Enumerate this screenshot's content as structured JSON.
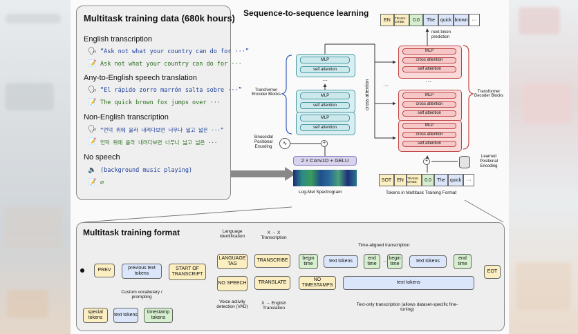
{
  "top_title": "Sequence-to-sequence learning",
  "training_data": {
    "title": "Multitask training data (680k hours)",
    "sections": [
      {
        "heading": "English transcription",
        "lines": [
          {
            "text": "“Ask not what your country can do for ···”",
            "color": "blue"
          },
          {
            "text": "Ask not what your country can do for ···",
            "color": "green"
          }
        ]
      },
      {
        "heading": "Any-to-English speech translation",
        "lines": [
          {
            "text": "“El rápido zorro marrón salta sobre ···”",
            "color": "blue"
          },
          {
            "text": "The quick brown fox jumps over ···",
            "color": "green"
          }
        ]
      },
      {
        "heading": "Non-English transcription",
        "lines": [
          {
            "text": "“언덕 위에 올라 내려다보면 너무나 넓고 넓은 ···”",
            "color": "blue"
          },
          {
            "text": "언덕 위에 올라 내려다보면 너무나 넓고 넓은 ···",
            "color": "green"
          }
        ]
      },
      {
        "heading": "No speech",
        "lines": [
          {
            "text": "(background music playing)",
            "color": "blue"
          },
          {
            "text": "∅",
            "color": "green"
          }
        ]
      }
    ]
  },
  "architecture": {
    "out_tokens": [
      "EN",
      "TRANS-CRIBE",
      "0.0",
      "The",
      "quick",
      "brown",
      "···"
    ],
    "next_token_label": "next-token prediction",
    "in_tokens": [
      "SOT",
      "EN",
      "TRANS-CRIBE",
      "0.0",
      "The",
      "quick",
      "···"
    ],
    "in_tokens_caption": "Tokens in Multitask Training Format",
    "mlp": "MLP",
    "self_attention": "self attention",
    "cross_attention_block": "cross attention",
    "cross_attention_label": "cross attention",
    "encoder_label": "Transformer Encoder Blocks",
    "decoder_label": "Transformer Decoder Blocks",
    "sinusoidal_label": "Sinusoidal Positional Encoding",
    "learned_label": "Learned Positional Encoding",
    "conv_label": "2 × Conv1D + GELU",
    "spectrogram_caption": "Log-Mel Spectrogram"
  },
  "format": {
    "title": "Multitask training format",
    "prev": "PREV",
    "previous_text_tokens": "previous text tokens",
    "custom_vocab": "Custom vocabulary / prompting",
    "start_of_transcript": "START OF TRANSCRIPT",
    "language_tag": "LANGUAGE TAG",
    "language_identification": "Language identification",
    "no_speech": "NO SPEECH",
    "vad": "Voice activity detection (VAD)",
    "transcribe": "TRANSCRIBE",
    "xx_transcription": "X → X Transcription",
    "translate": "TRANSLATE",
    "x_english": "X → English Translation",
    "no_timestamps": "NO TIMESTAMPS",
    "time_aligned": "Time-aligned transcription",
    "begin_time": "begin time",
    "end_time": "end time",
    "text_tokens": "text tokens",
    "ellipsis": "···",
    "text_only": "Text-only transcription (allows dataset-specific fine-tuning)",
    "eot": "EOT",
    "legend": [
      "special tokens",
      "text tokens",
      "timestamp tokens"
    ]
  },
  "colors": {
    "encoder": "#cbe9ec",
    "decoder": "#f6c7c7",
    "special": "#fbeec0",
    "text": "#dbe6fb",
    "timestamp": "#d6efcf"
  }
}
